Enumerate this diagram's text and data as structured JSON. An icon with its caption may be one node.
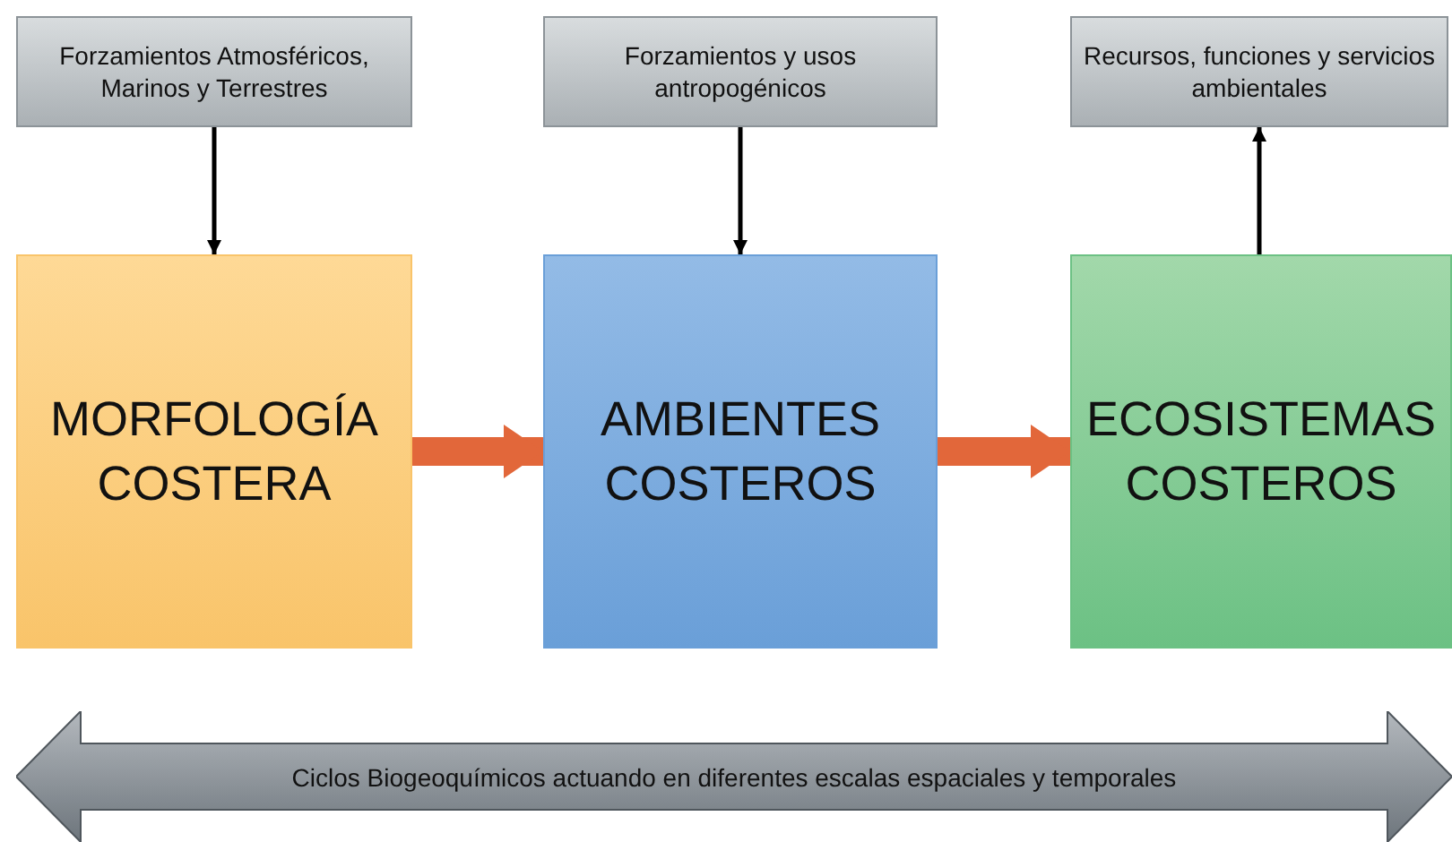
{
  "diagram": {
    "nodes": [
      {
        "text": [
          "Forzamientos Atmosféricos, Marinos y Terrestres"
        ]
      },
      {
        "text": [
          "Forzamientos y usos antropogénicos"
        ]
      },
      {
        "text": [
          "Recursos, funciones y servicios ambientales"
        ]
      },
      {
        "text": [
          "MORFOLOGÍA COSTERA"
        ]
      },
      {
        "text": [
          "AMBIENTES COSTEROS"
        ]
      },
      {
        "text": [
          "ECOSISTEMAS COSTEROS"
        ]
      },
      {
        "text": [
          "Ciclos Biogeoquímicos actuando en diferentes escalas espaciales y temporales"
        ]
      }
    ],
    "edges": [
      {
        "from": 0,
        "to": 3,
        "arrow": "to"
      },
      {
        "from": 1,
        "to": 4,
        "arrow": "to"
      },
      {
        "from": 5,
        "to": 2,
        "arrow": "to"
      },
      {
        "from": 3,
        "to": 4,
        "arrow": "to",
        "style": "thick",
        "color": "#e2673a"
      },
      {
        "from": 4,
        "to": 5,
        "arrow": "to",
        "style": "thick",
        "color": "#e2673a"
      }
    ]
  }
}
